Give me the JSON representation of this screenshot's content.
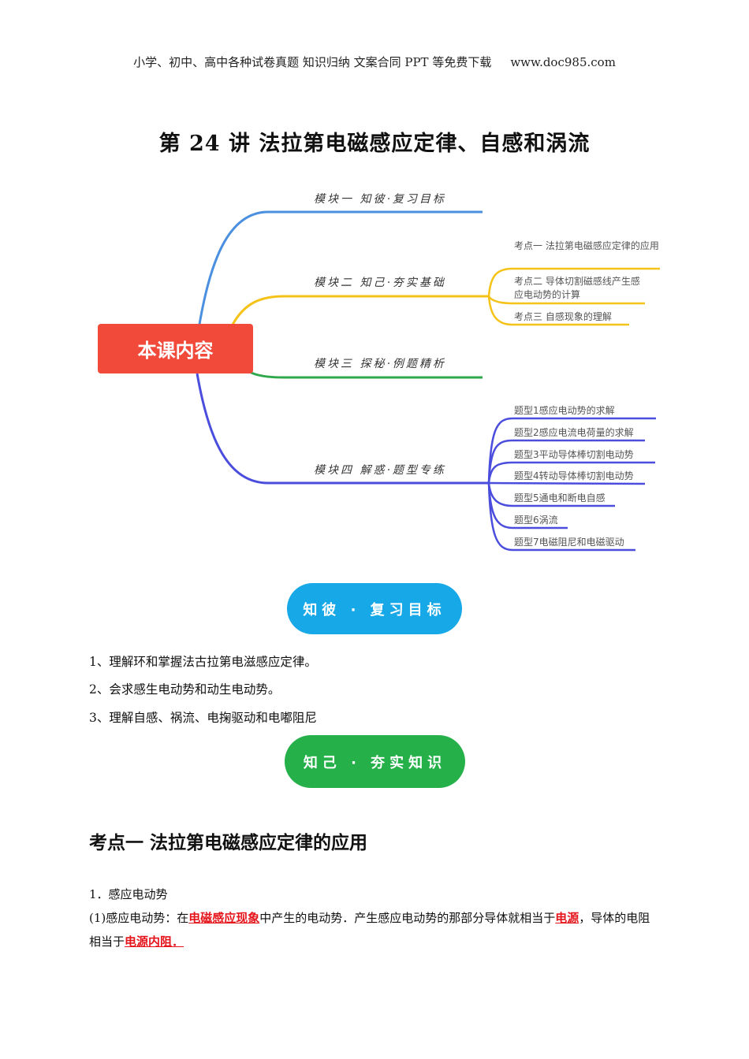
{
  "header": {
    "text": "小学、初中、高中各种试卷真题  知识归纳  文案合同  PPT 等免费下载",
    "url": "www.doc985.com"
  },
  "title": "第 24 讲    法拉第电磁感应定律、自感和涡流",
  "mindmap": {
    "root": "本课内容",
    "branches": [
      {
        "label": "模块一  知彼·复习目标",
        "color": "#4a8fe0",
        "leaves": []
      },
      {
        "label": "模块二  知己·夯实基础",
        "color": "#f5c218",
        "leaves": [
          "考点一    法拉第电磁感应定律的应用",
          "考点二    导体切割磁感线产生感应电动势的计算",
          "考点三    自感现象的理解"
        ]
      },
      {
        "label": "模块三  探秘·例题精析",
        "color": "#2ea84a",
        "leaves": []
      },
      {
        "label": "模块四  解惑·题型专练",
        "color": "#4b4ddd",
        "leaves": [
          "题型1感应电动势的求解",
          "题型2感应电流电荷量的求解",
          "题型3平动导体棒切割电动势",
          "题型4转动导体棒切割电动势",
          "题型5通电和断电自感",
          "题型6涡流",
          "题型7电磁阻尼和电磁驱动"
        ]
      }
    ]
  },
  "pill1": "知彼 · 复习目标",
  "goals": [
    "1、理解环和掌握法古拉第电滋感应定律。",
    "2、会求感生电动势和动生电动势。",
    "3、理解自感、祸流、电掬驱动和电嘟阻尼"
  ],
  "pill2": "知己 · 夯实知识",
  "section": "考点一    法拉第电磁感应定律的应用",
  "body": {
    "h1": "1．感应电动势",
    "p1a": "(1)感应电动势：在",
    "p1r1": "电磁感应现象",
    "p1b": "中产生的电动势．产生感应电动势的那部分导体就相当于",
    "p1r2": "电源",
    "p1c": "，导体的电阻相当于",
    "p1r3": "电源内阻．"
  }
}
